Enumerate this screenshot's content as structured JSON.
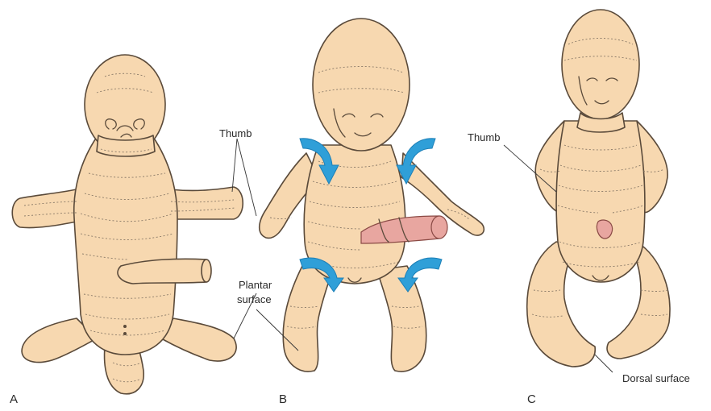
{
  "figure": {
    "panels": [
      {
        "letter": "A"
      },
      {
        "letter": "B"
      },
      {
        "letter": "C"
      }
    ],
    "labels": {
      "thumb_a": "Thumb",
      "plantar_line1": "Plantar",
      "plantar_line2": "surface",
      "thumb_c": "Thumb",
      "dorsal": "Dorsal surface"
    },
    "colors": {
      "skin": "#f7d8b0",
      "outline": "#5a4a3a",
      "arrow": "#2f9fd8",
      "umbilical_cord": "#e8a6a0"
    }
  }
}
